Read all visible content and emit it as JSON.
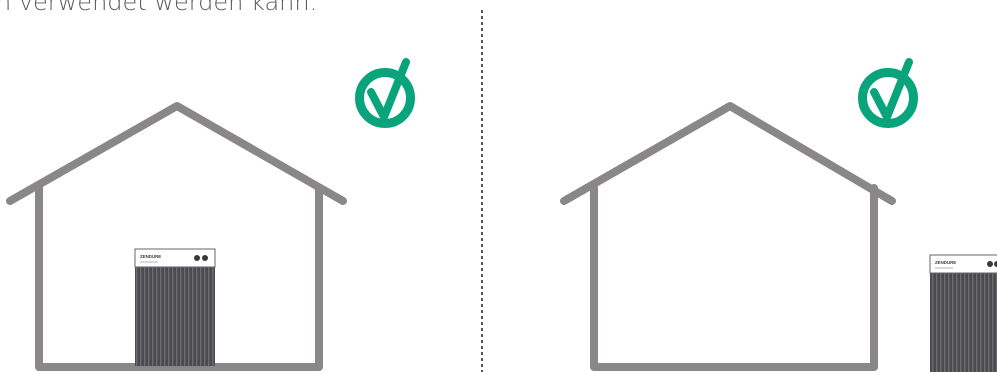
{
  "caption": "den verwendet werden kann.",
  "colors": {
    "house_outline": "#8a8788",
    "check_badge": "#0aa47c",
    "check_mark": "#ffffff",
    "divider": "#555555",
    "battery_body": "#505054",
    "battery_cap": "#ffffff"
  },
  "panels": [
    {
      "position": "left",
      "battery_location": "inside house",
      "status_icon": "check-icon",
      "battery_brand": "ZENDURE"
    },
    {
      "position": "right",
      "battery_location": "outside house",
      "status_icon": "check-icon",
      "battery_brand": "ZENDURE"
    }
  ]
}
